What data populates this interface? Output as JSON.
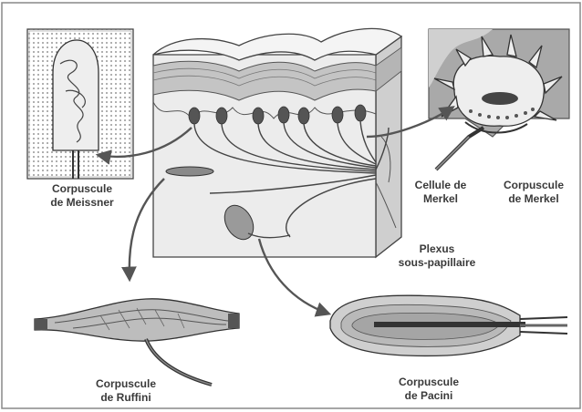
{
  "labels": {
    "meissner": {
      "line1": "Corpuscule",
      "line2": "de Meissner"
    },
    "merkel_cell": {
      "line1": "Cellule de",
      "line2": "Merkel"
    },
    "merkel_corpuscle": {
      "line1": "Corpuscule",
      "line2": "de Merkel"
    },
    "plexus": {
      "line1": "Plexus",
      "line2": "sous-papillaire"
    },
    "ruffini": {
      "line1": "Corpuscule",
      "line2": "de Ruffini"
    },
    "pacini": {
      "line1": "Corpuscule",
      "line2": "de Pacini"
    }
  },
  "colors": {
    "ink": "#3a3a3a",
    "skin_fill": "#d9d9d9",
    "epidermis": "#bdbdbd",
    "dark_gray": "#6b6b6b",
    "arrow": "#555555",
    "merkel_bg": "#a9a9a9"
  }
}
